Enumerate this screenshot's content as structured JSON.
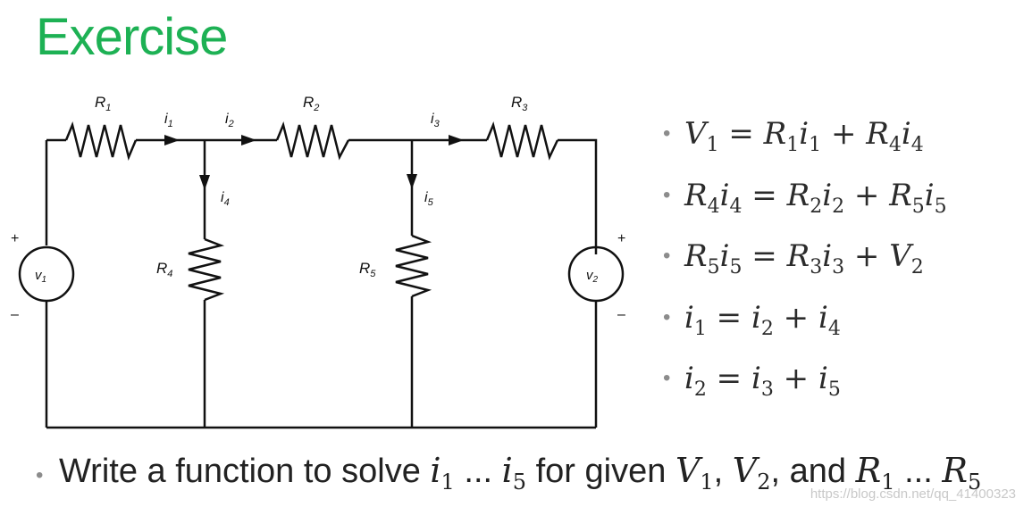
{
  "title": "Exercise",
  "circuit": {
    "resistors": {
      "R1": "R",
      "R2": "R",
      "R3": "R",
      "R4": "R",
      "R5": "R"
    },
    "sub": {
      "1": "1",
      "2": "2",
      "3": "3",
      "4": "4",
      "5": "5"
    },
    "currents": {
      "i": "i"
    },
    "sources": {
      "v": "v"
    },
    "plus": "+",
    "minus": "–"
  },
  "equations": [
    {
      "parts": [
        "V",
        "1",
        " = ",
        "R",
        "1",
        "i",
        "1",
        " + ",
        "R",
        "4",
        "i",
        "4"
      ]
    },
    {
      "parts": [
        "R",
        "4",
        "i",
        "4",
        " = ",
        "R",
        "2",
        "i",
        "2",
        " + ",
        "R",
        "5",
        "i",
        "5"
      ]
    },
    {
      "parts": [
        "R",
        "5",
        "i",
        "5",
        " = ",
        "R",
        "3",
        "i",
        "3",
        " + ",
        "V",
        "2"
      ]
    },
    {
      "parts": [
        "i",
        "1",
        " = ",
        "i",
        "2",
        " + ",
        "i",
        "4"
      ]
    },
    {
      "parts": [
        "i",
        "2",
        " = ",
        "i",
        "3",
        " + ",
        "i",
        "5"
      ]
    }
  ],
  "footer": {
    "text1": "Write a function to solve ",
    "i": "i",
    "s1": "1",
    "s5": "5",
    "dots": " ... ",
    "text2": " for given ",
    "V": "V",
    "s2": "2",
    "comma": ", ",
    "text3": ", and ",
    "R": "R"
  },
  "watermark": "https://blog.csdn.net/qq_41400323"
}
